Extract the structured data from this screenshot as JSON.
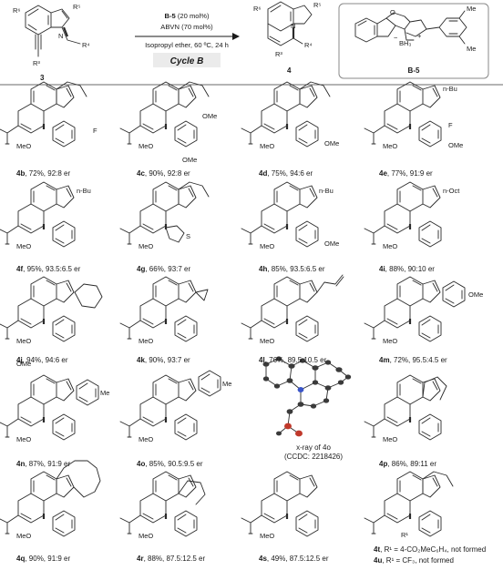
{
  "scheme": {
    "reactant_label": "3",
    "product_label": "4",
    "catalyst_label": "B-5",
    "conditions": {
      "catalyst_name": "B-5",
      "catalyst_loading": " (20 mol%)",
      "initiator": "ABVN (70 mol%)",
      "solvent": "Isopropyl ether, 60 ºC, 24 h"
    },
    "cycle_label": "Cycle B",
    "atom_labels": {
      "r6": "R⁶",
      "r5": "R⁵",
      "r4": "R⁴",
      "r3": "R³",
      "n": "N",
      "o": "O",
      "me": "Me",
      "bh3": "BH₃",
      "plus": "+",
      "minus": "−"
    }
  },
  "substituent_labels": {
    "f": "F",
    "ome": "OMe",
    "nbu": "n-Bu",
    "noct": "n-Oct",
    "me": "Me",
    "s": "S",
    "o": "O",
    "r1": "R¹",
    "meo": "MeO",
    "n": "N"
  },
  "xray": {
    "caption_line1": "x-ray of 4o",
    "caption_line2": "(CCDC: 2218426)"
  },
  "entries": [
    {
      "id": "4b",
      "text": ", 72%, 92:8 er"
    },
    {
      "id": "4c",
      "text": ", 90%, 92:8 er"
    },
    {
      "id": "4d",
      "text": ", 75%, 94:6 er"
    },
    {
      "id": "4e",
      "text": ", 77%, 91:9 er"
    },
    {
      "id": "4f",
      "text": ", 95%, 93.5:6.5 er"
    },
    {
      "id": "4g",
      "text": ", 66%, 93:7 er"
    },
    {
      "id": "4h",
      "text": ", 85%, 93.5:6.5 er"
    },
    {
      "id": "4i",
      "text": ", 88%, 90:10 er"
    },
    {
      "id": "4j",
      "text": ", 94%, 94:6 er"
    },
    {
      "id": "4k",
      "text": ", 90%, 93:7 er"
    },
    {
      "id": "4l",
      "text": ", 76%, 89.5:10.5 er"
    },
    {
      "id": "4m",
      "text": ", 72%, 95.5:4.5 er"
    },
    {
      "id": "4n",
      "text": ", 87%, 91:9 er"
    },
    {
      "id": "4o",
      "text": ", 85%, 90.5:9.5 er"
    },
    {
      "id": "4p",
      "text": ", 86%, 89:11 er"
    },
    {
      "id": "4q",
      "text": ", 90%, 91:9 er"
    },
    {
      "id": "4r",
      "text": ", 88%, 87.5:12.5 er"
    },
    {
      "id": "4s",
      "text": ", 49%, 87.5:12.5 er"
    }
  ],
  "not_formed": [
    {
      "id": "4t",
      "text": ", R¹ = 4-CO₂MeC₆H₄, not formed"
    },
    {
      "id": "4u",
      "text": ", R¹ = CF₃, not formed"
    }
  ],
  "colors": {
    "highlight": "#f2c230",
    "cycle_box": "#ebebeb",
    "oxygen": "#c0392b",
    "nitrogen": "#3a55c8",
    "catalyst_box_border": "#8a8a8a"
  }
}
